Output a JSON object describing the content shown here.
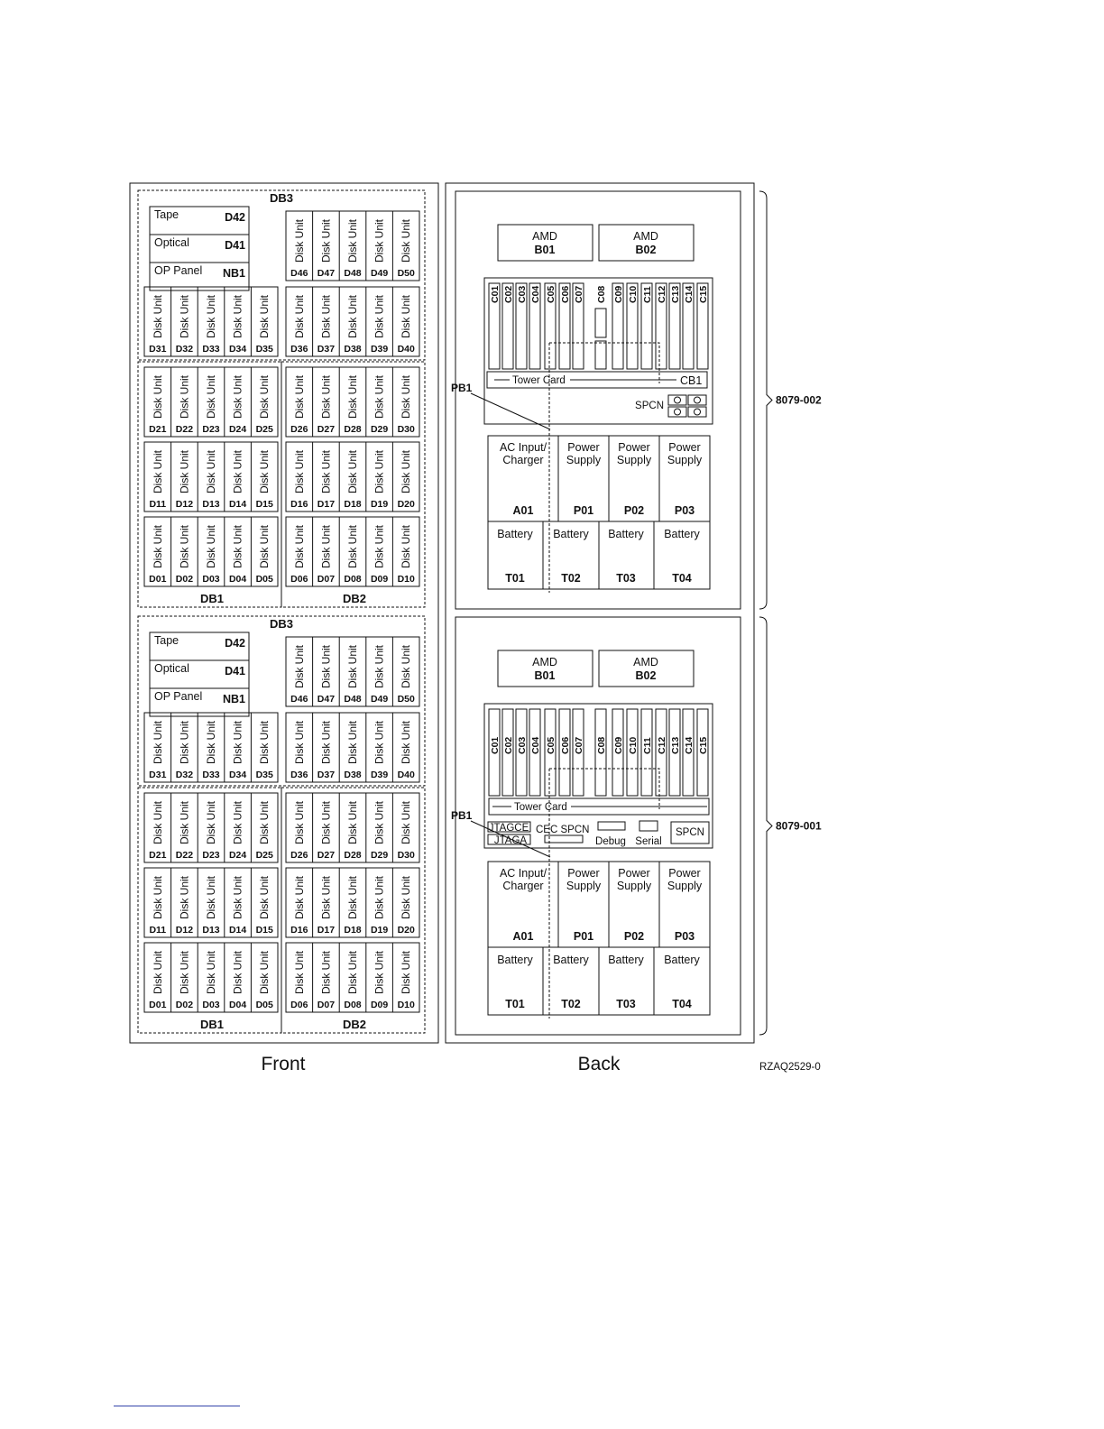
{
  "labels": {
    "front": "Front",
    "back": "Back",
    "figure_id": "RZAQ2529-0",
    "model_top": "8079-002",
    "model_bottom": "8079-001",
    "disk_unit": "Disk Unit",
    "db1": "DB1",
    "db2": "DB2",
    "db3": "DB3",
    "pb1": "PB1"
  },
  "media": [
    {
      "name": "Tape",
      "code": "D42"
    },
    {
      "name": "Optical",
      "code": "D41"
    },
    {
      "name": "OP Panel",
      "code": "NB1"
    }
  ],
  "disk_codes": {
    "db3_right": [
      "D46",
      "D47",
      "D48",
      "D49",
      "D50"
    ],
    "row_left_1": [
      "D31",
      "D32",
      "D33",
      "D34",
      "D35"
    ],
    "row_right_1": [
      "D36",
      "D37",
      "D38",
      "D39",
      "D40"
    ],
    "row_left_2": [
      "D21",
      "D22",
      "D23",
      "D24",
      "D25"
    ],
    "row_right_2": [
      "D26",
      "D27",
      "D28",
      "D29",
      "D30"
    ],
    "row_left_3": [
      "D11",
      "D12",
      "D13",
      "D14",
      "D15"
    ],
    "row_right_3": [
      "D16",
      "D17",
      "D18",
      "D19",
      "D20"
    ],
    "row_left_4": [
      "D01",
      "D02",
      "D03",
      "D04",
      "D05"
    ],
    "row_right_4": [
      "D06",
      "D07",
      "D08",
      "D09",
      "D10"
    ]
  },
  "back": {
    "amd": [
      {
        "name": "AMD",
        "code": "B01"
      },
      {
        "name": "AMD",
        "code": "B02"
      }
    ],
    "card_slots": [
      "C01",
      "C02",
      "C03",
      "C04",
      "C05",
      "C06",
      "C07",
      "C08",
      "C09",
      "C10",
      "C11",
      "C12",
      "C13",
      "C14",
      "C15"
    ],
    "tower_card": "Tower Card",
    "cb1": "CB1",
    "spcn": "SPCN",
    "jtagce": "JTAGCE",
    "jtaga": "JTAGA",
    "cec_spcn": "CEC SPCN",
    "debug": "Debug",
    "serial": "Serial",
    "power": [
      {
        "l1": "AC Input/",
        "l2": "Charger",
        "code": "A01"
      },
      {
        "l1": "Power",
        "l2": "Supply",
        "code": "P01"
      },
      {
        "l1": "Power",
        "l2": "Supply",
        "code": "P02"
      },
      {
        "l1": "Power",
        "l2": "Supply",
        "code": "P03"
      }
    ],
    "battery": [
      {
        "name": "Battery",
        "code": "T01"
      },
      {
        "name": "Battery",
        "code": "T02"
      },
      {
        "name": "Battery",
        "code": "T03"
      },
      {
        "name": "Battery",
        "code": "T04"
      }
    ]
  }
}
